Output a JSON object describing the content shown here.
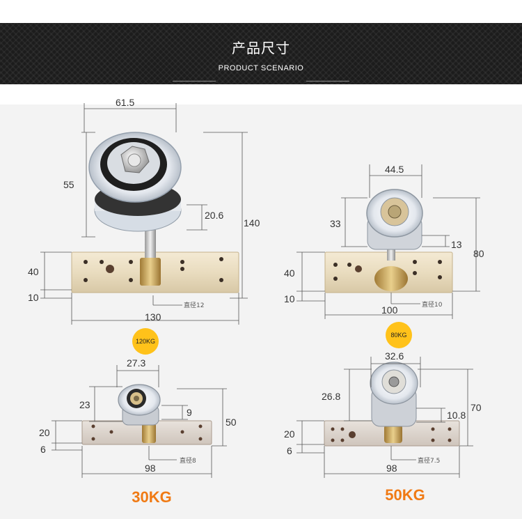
{
  "header": {
    "title": "产品尺寸",
    "subtitle": "PRODUCT SCENARIO",
    "accent": "#ffffff",
    "background": "#1c1c1c"
  },
  "colors": {
    "load_label": "#f07a14",
    "badge": "#ffc21a",
    "panel": "#f3f3f3"
  },
  "products": {
    "p120": {
      "width_top": "61.5",
      "wheel_height": "55",
      "wheel_gap": "20.6",
      "total_height": "140",
      "plate_height": "40",
      "plate_thickness": "10",
      "diameter": "直径12",
      "plate_length": "130",
      "badge": "120KG"
    },
    "p80": {
      "width_top": "44.5",
      "wheel_height": "33",
      "wheel_gap": "13",
      "total_height": "80",
      "plate_height": "40",
      "plate_thickness": "10",
      "diameter": "直径10",
      "plate_length": "100",
      "badge": "80KG"
    },
    "p30": {
      "width_top": "27.3",
      "wheel_height": "23",
      "wheel_gap": "9",
      "total_height": "50",
      "plate_height": "20",
      "plate_thickness": "6",
      "diameter": "直径8",
      "plate_length": "98",
      "load": "30KG"
    },
    "p50": {
      "width_top": "32.6",
      "wheel_height": "26.8",
      "wheel_gap": "10.8",
      "total_height": "70",
      "plate_height": "20",
      "plate_thickness": "6",
      "diameter": "直径7.5",
      "plate_length": "98",
      "load": "50KG"
    }
  }
}
